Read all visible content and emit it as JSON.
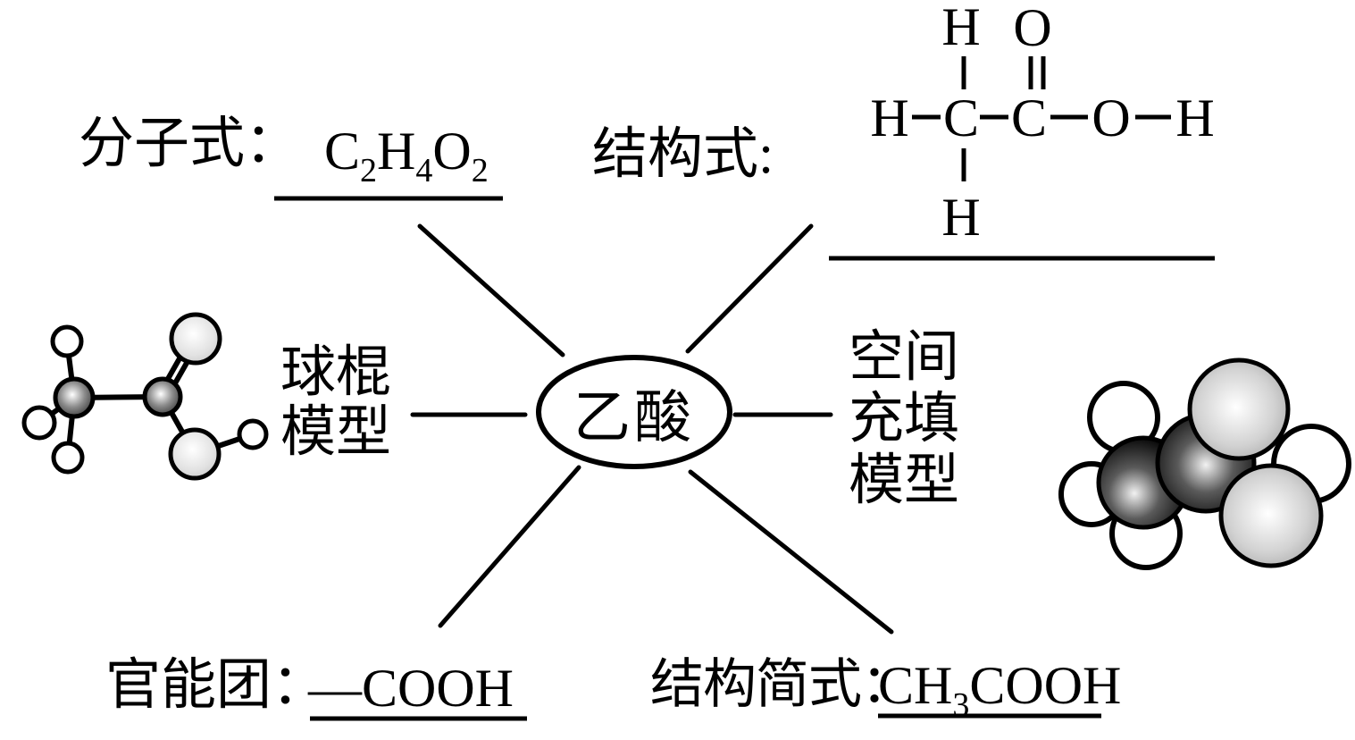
{
  "title": "乙酸 concept map",
  "center_node": {
    "label": "乙酸"
  },
  "molecular_formula": {
    "label": "分子式：",
    "parts": [
      {
        "t": "C",
        "s": "2"
      },
      {
        "t": "H",
        "s": "4"
      },
      {
        "t": "O",
        "s": "2"
      }
    ],
    "plain": "C2H4O2"
  },
  "structural_formula": {
    "label": "结构式:",
    "top_h": "H",
    "top_o": "O",
    "h_left": "H",
    "c1": "C",
    "c2": "C",
    "o_right": "O",
    "h_right": "H",
    "bottom_h": "H",
    "plain": "H-C(H)(H)-C(=O)-O-H"
  },
  "ball_stick": {
    "label_line1": "球棍",
    "label_line2": "模型"
  },
  "space_filling": {
    "label_line1": "空间",
    "label_line2": "充填",
    "label_line3": "模型"
  },
  "functional_group": {
    "label": "官能团：",
    "value": "—COOH"
  },
  "condensed_formula": {
    "label": "结构简式：",
    "prefix": "CH",
    "sub": "3",
    "suffix": "COOH",
    "plain": "CH3COOH"
  },
  "colors": {
    "ink": "#000000",
    "background": "#ffffff",
    "carbon_dark": "#1a1a1a",
    "oxygen_gray": "#c9c9c9",
    "hydrogen_white": "#ffffff"
  }
}
